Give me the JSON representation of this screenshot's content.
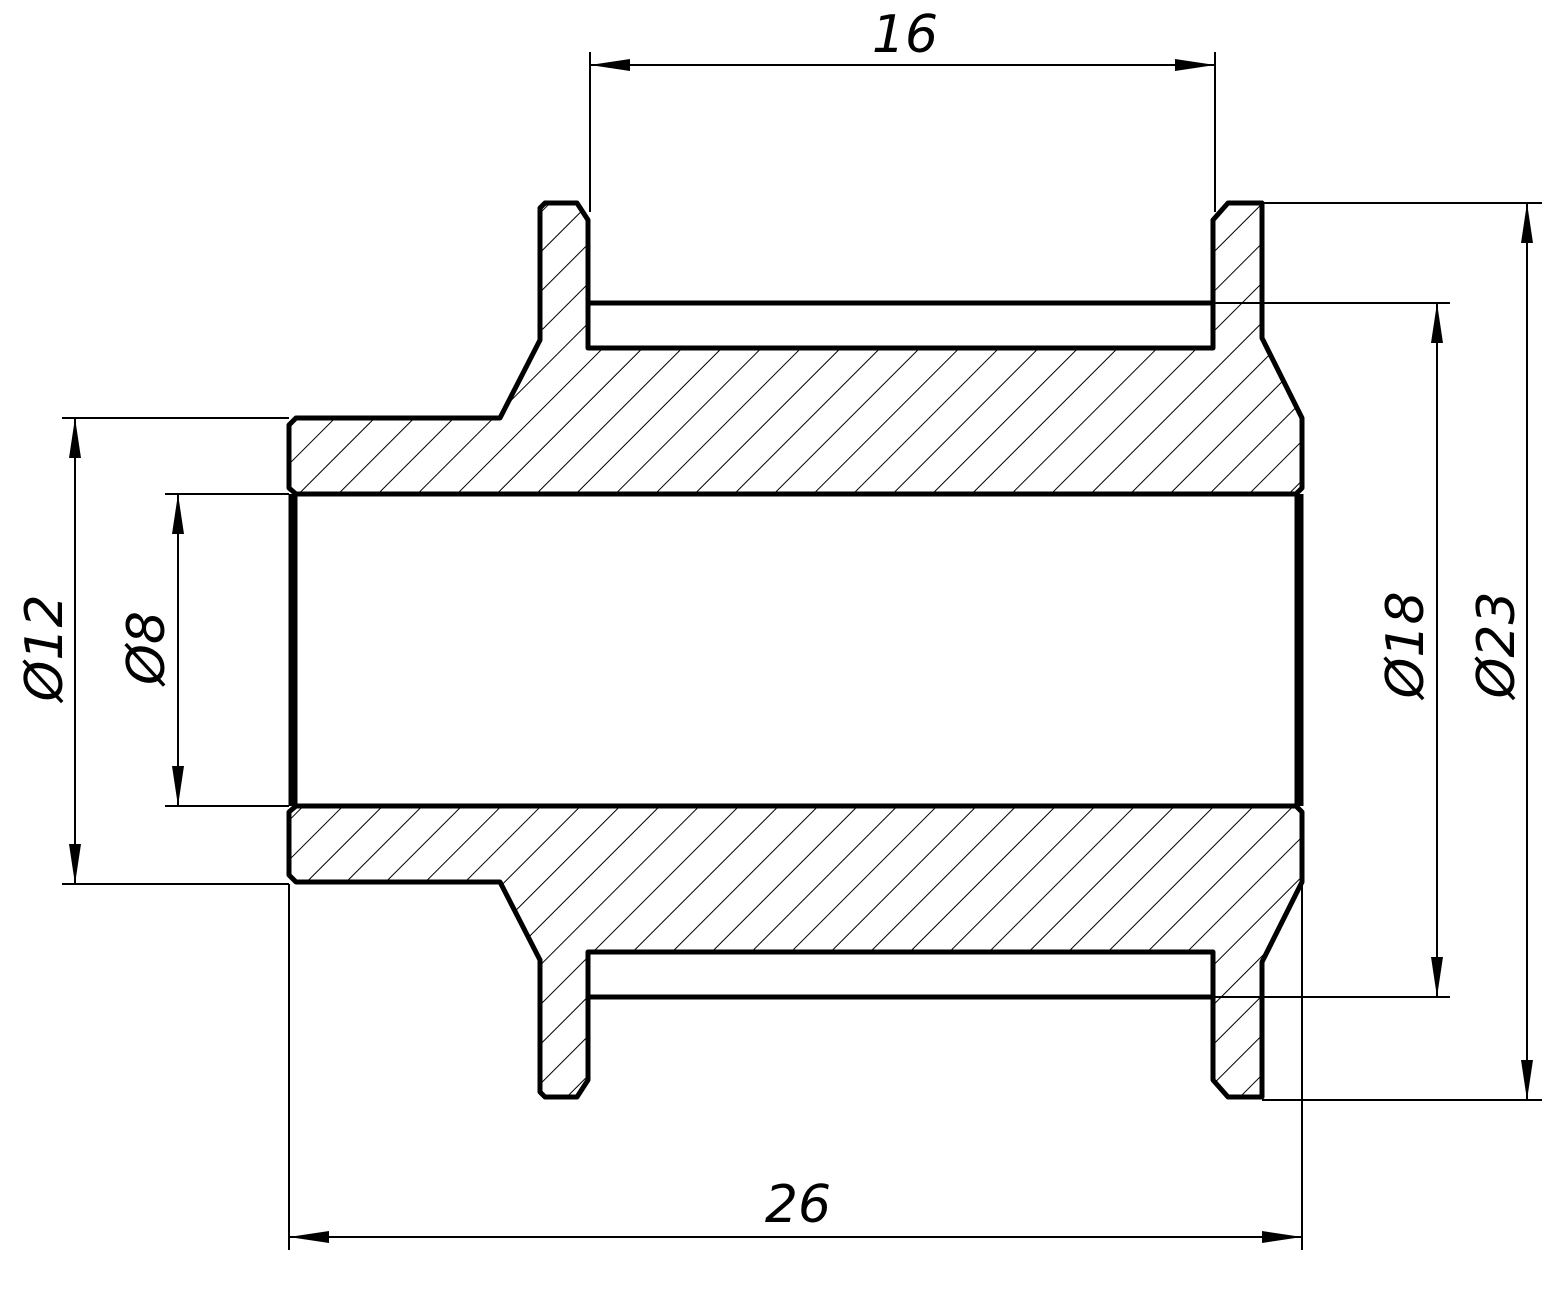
{
  "drawing": {
    "title": "Pulley bushing section",
    "dimensions": {
      "groove_width": "16",
      "overall_length": "26",
      "outer_diameter": "Ø23",
      "groove_diameter": "Ø18",
      "hub_diameter": "Ø12",
      "bore_diameter": "Ø8"
    }
  }
}
